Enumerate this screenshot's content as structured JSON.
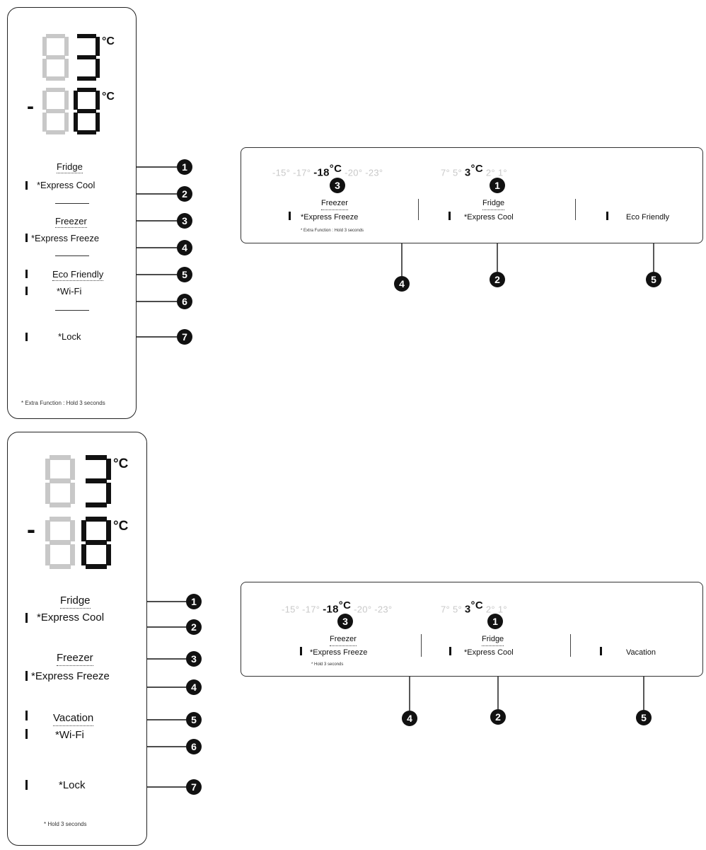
{
  "colors": {
    "ink": "#111111",
    "segment_off": "#c8c8c8",
    "border": "#222222"
  },
  "panel_a": {
    "fridge_unit": "°C",
    "freezer_minus": "-",
    "freezer_unit": "°C",
    "items": [
      "Fridge",
      "*Express Cool",
      "Freezer",
      "*Express Freeze",
      "Eco Friendly",
      "*Wi-Fi",
      "*Lock"
    ],
    "note": "* Extra Function : Hold 3 seconds",
    "badges": [
      "1",
      "2",
      "3",
      "4",
      "5",
      "6",
      "7"
    ]
  },
  "panel_b": {
    "fridge_unit": "°C",
    "freezer_minus": "-",
    "freezer_unit": "°C",
    "items": [
      "Fridge",
      "*Express Cool",
      "Freezer",
      "*Express Freeze",
      "Vacation",
      "*Wi-Fi",
      "*Lock"
    ],
    "note": "* Hold 3 seconds",
    "badges": [
      "1",
      "2",
      "3",
      "4",
      "5",
      "6",
      "7"
    ]
  },
  "panel_c": {
    "freezer_temps": {
      "before": "-15°  -17° ",
      "selected": "-18",
      "unit": "°C",
      "after": " -20° -23°"
    },
    "fridge_temps": {
      "before": "7°   5°   ",
      "selected": "3",
      "unit": "°C",
      "after": "   2°   1°"
    },
    "freezer_label": "Freezer",
    "express_freeze": "*Express Freeze",
    "note": "* Extra Function : Hold 3 seconds",
    "fridge_label": "Fridge",
    "express_cool": "*Express Cool",
    "mode_label": "Eco Friendly",
    "badges": [
      "3",
      "1",
      "4",
      "2",
      "5"
    ]
  },
  "panel_d": {
    "freezer_temps": {
      "before": "-15°  -17° ",
      "selected": "-18",
      "unit": "°C",
      "after": " -20° -23°"
    },
    "fridge_temps": {
      "before": "7°   5°   ",
      "selected": "3",
      "unit": "°C",
      "after": "   2°   1°"
    },
    "freezer_label": "Freezer",
    "express_freeze": "*Express Freeze",
    "note": "* Hold 3 seconds",
    "fridge_label": "Fridge",
    "express_cool": "*Express Cool",
    "mode_label": "Vacation",
    "badges": [
      "3",
      "1",
      "4",
      "2",
      "5"
    ]
  }
}
